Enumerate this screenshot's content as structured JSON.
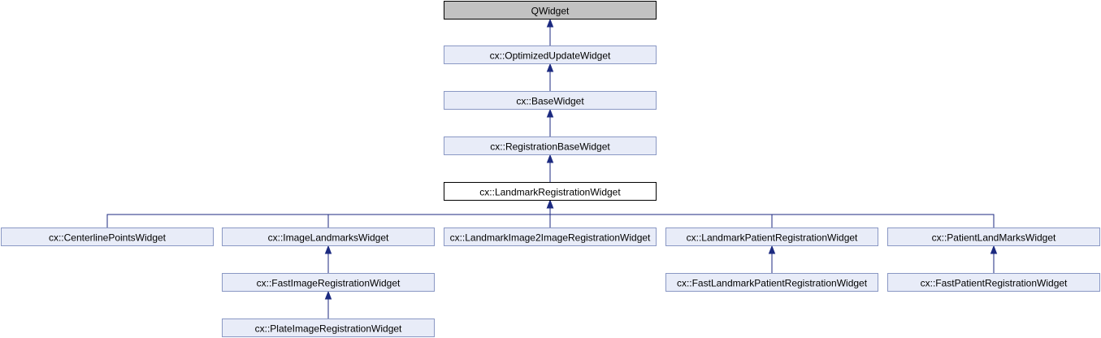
{
  "diagram": {
    "nodes": [
      {
        "id": "qwidget",
        "label": "QWidget",
        "style": "root"
      },
      {
        "id": "optimized",
        "label": "cx::OptimizedUpdateWidget",
        "style": "class"
      },
      {
        "id": "base",
        "label": "cx::BaseWidget",
        "style": "class"
      },
      {
        "id": "regbase",
        "label": "cx::RegistrationBaseWidget",
        "style": "class"
      },
      {
        "id": "landmarkreg",
        "label": "cx::LandmarkRegistrationWidget",
        "style": "current"
      },
      {
        "id": "centerline",
        "label": "cx::CenterlinePointsWidget",
        "style": "class"
      },
      {
        "id": "imagelandmarks",
        "label": "cx::ImageLandmarksWidget",
        "style": "class"
      },
      {
        "id": "img2img",
        "label": "cx::LandmarkImage2ImageRegistrationWidget",
        "style": "class"
      },
      {
        "id": "patientreg",
        "label": "cx::LandmarkPatientRegistrationWidget",
        "style": "class"
      },
      {
        "id": "patientlandmarks",
        "label": "cx::PatientLandMarksWidget",
        "style": "class"
      },
      {
        "id": "fastimage",
        "label": "cx::FastImageRegistrationWidget",
        "style": "class"
      },
      {
        "id": "fastlandmarkpatient",
        "label": "cx::FastLandmarkPatientRegistrationWidget",
        "style": "class"
      },
      {
        "id": "fastpatient",
        "label": "cx::FastPatientRegistrationWidget",
        "style": "class"
      },
      {
        "id": "plateimage",
        "label": "cx::PlateImageRegistrationWidget",
        "style": "class"
      }
    ],
    "edges": [
      {
        "from": "optimized",
        "to": "qwidget"
      },
      {
        "from": "base",
        "to": "optimized"
      },
      {
        "from": "regbase",
        "to": "base"
      },
      {
        "from": "landmarkreg",
        "to": "regbase"
      },
      {
        "from": "centerline",
        "to": "landmarkreg"
      },
      {
        "from": "imagelandmarks",
        "to": "landmarkreg"
      },
      {
        "from": "img2img",
        "to": "landmarkreg"
      },
      {
        "from": "patientreg",
        "to": "landmarkreg"
      },
      {
        "from": "patientlandmarks",
        "to": "landmarkreg"
      },
      {
        "from": "fastimage",
        "to": "imagelandmarks"
      },
      {
        "from": "fastlandmarkpatient",
        "to": "patientreg"
      },
      {
        "from": "fastpatient",
        "to": "patientlandmarks"
      },
      {
        "from": "plateimage",
        "to": "fastimage"
      }
    ]
  }
}
